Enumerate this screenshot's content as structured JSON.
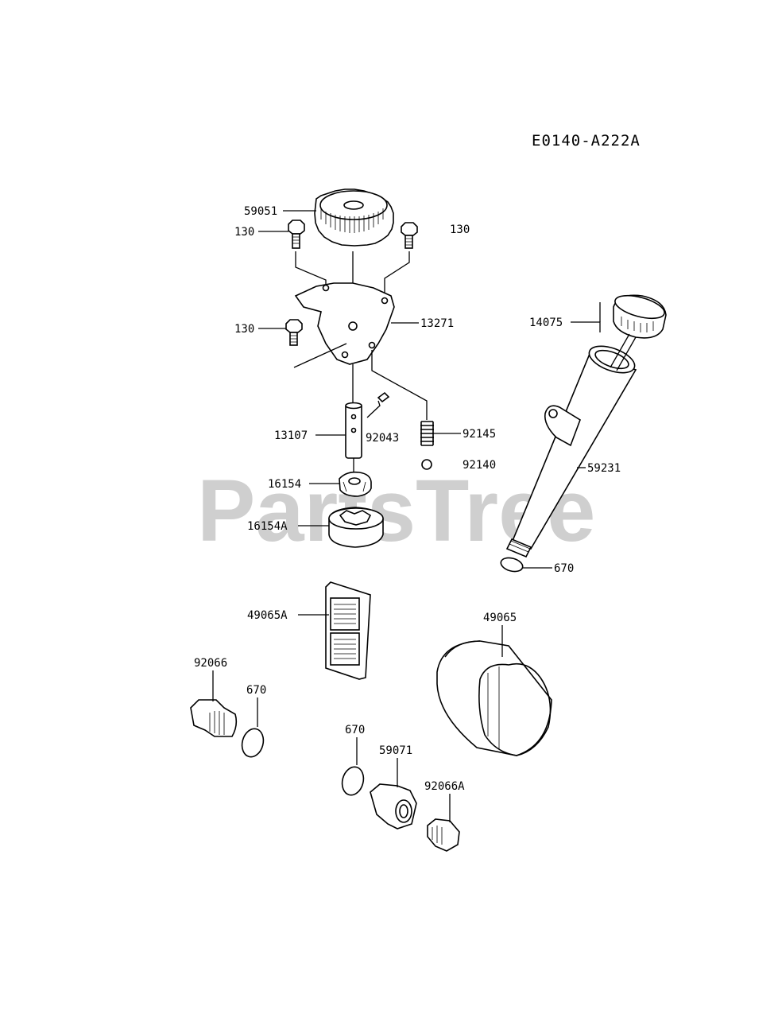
{
  "diagram_code": "E0140-A222A",
  "watermark": "PartsTree",
  "watermark_tm": "™",
  "labels": {
    "p59051": "59051",
    "p130_left": "130",
    "p130_right": "130",
    "p130_mid": "130",
    "p13271": "13271",
    "p14075": "14075",
    "p13107": "13107",
    "p92043": "92043",
    "p92145": "92145",
    "p92140": "92140",
    "p59231": "59231",
    "p16154": "16154",
    "p16154A": "16154A",
    "p670_dip": "670",
    "p49065A": "49065A",
    "p49065": "49065",
    "p92066": "92066",
    "p670_left": "670",
    "p670_mid": "670",
    "p59071": "59071",
    "p92066A": "92066A"
  }
}
